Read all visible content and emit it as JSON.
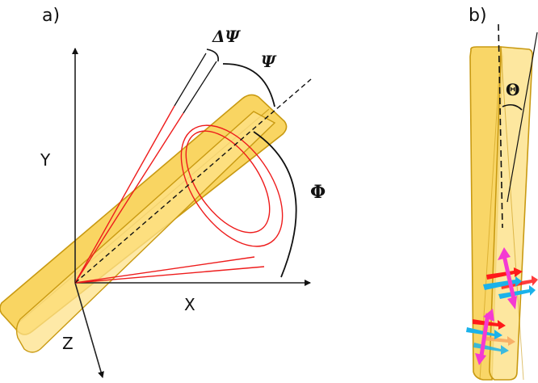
{
  "panels": [
    {
      "id": "a",
      "label": "a)",
      "axes": {
        "x": "X",
        "y": "Y",
        "z": "Z"
      },
      "angles": {
        "delta_psi": "ΔΨ",
        "psi": "Ψ",
        "phi": "Φ"
      }
    },
    {
      "id": "b",
      "label": "b)",
      "angles": {
        "theta": "Θ"
      }
    }
  ],
  "colors": {
    "crystal_fill": "#f8cf4c",
    "crystal_fill_light": "#fde28a",
    "crystal_stroke": "#c99a12",
    "cone": "#ee1c1c",
    "arrow_red": "#ff1a1a",
    "arrow_blue": "#1ab2ea",
    "arrow_magenta": "#f43ad2",
    "arrow_orange": "#f7a860"
  }
}
